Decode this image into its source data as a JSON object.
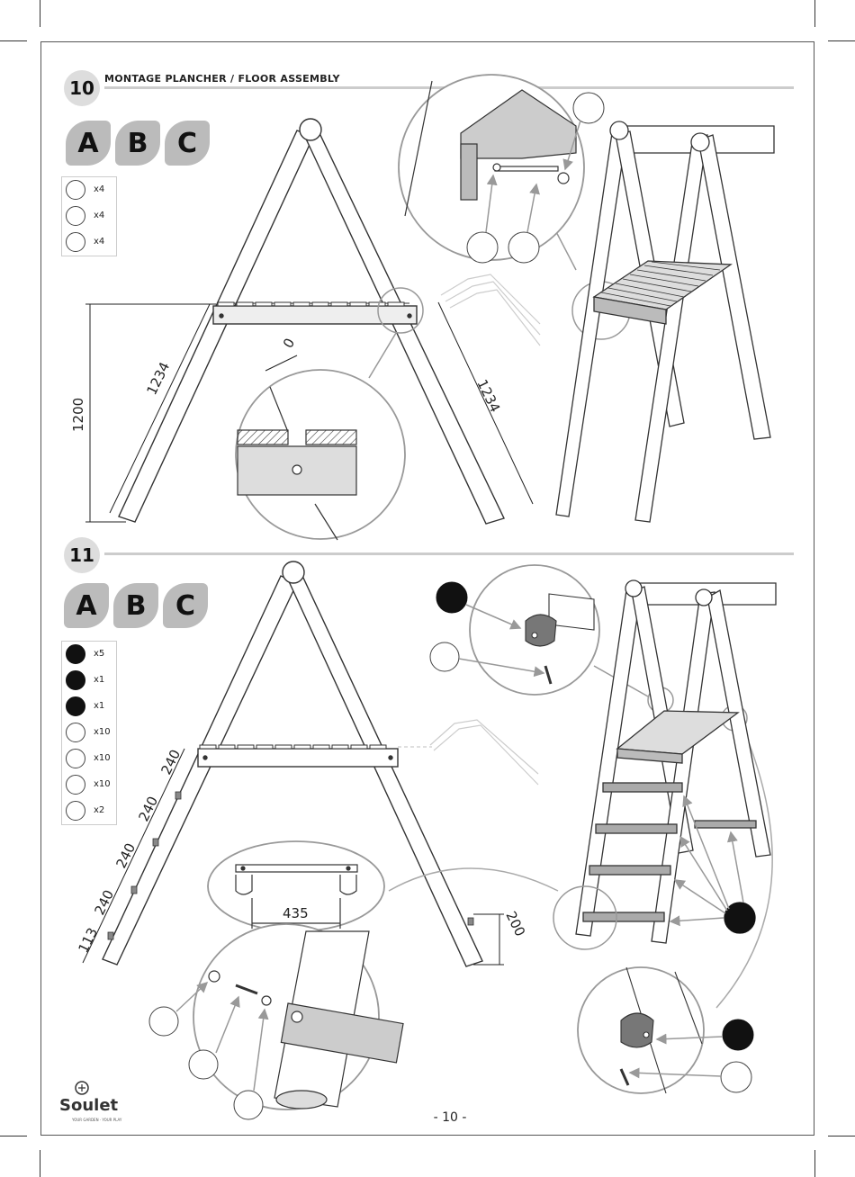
{
  "page": {
    "page_number": "- 10 -"
  },
  "brand": {
    "name": "Soulet",
    "tagline": "YOUR GARDEN · YOUR PLAY"
  },
  "step10": {
    "number": "10",
    "title": "MONTAGE PLANCHER / FLOOR ASSEMBLY",
    "variants": [
      "A",
      "B",
      "C"
    ],
    "parts": [
      {
        "fill": "white",
        "qty": "x4"
      },
      {
        "fill": "white",
        "qty": "x4"
      },
      {
        "fill": "white",
        "qty": "x4"
      }
    ],
    "dimensions": {
      "height": "1200",
      "left_leg": "1234",
      "right_leg": "1234",
      "gap": "0"
    }
  },
  "step11": {
    "number": "11",
    "variants": [
      "A",
      "B",
      "C"
    ],
    "parts": [
      {
        "fill": "black",
        "qty": "x5"
      },
      {
        "fill": "black",
        "qty": "x1"
      },
      {
        "fill": "black",
        "qty": "x1"
      },
      {
        "fill": "white",
        "qty": "x10"
      },
      {
        "fill": "white",
        "qty": "x10"
      },
      {
        "fill": "white",
        "qty": "x10"
      },
      {
        "fill": "white",
        "qty": "x2"
      }
    ],
    "dimensions": {
      "rung_1": "240",
      "rung_2": "240",
      "rung_3": "240",
      "rung_4": "240",
      "bottom": "113",
      "offset": "200",
      "width": "435"
    }
  }
}
